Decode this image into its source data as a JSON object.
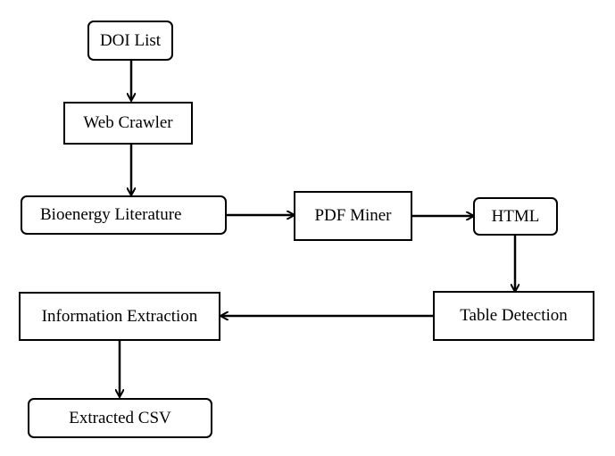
{
  "nodes": {
    "doi_list": "DOI List",
    "web_crawler": "Web Crawler",
    "bioenergy_literature": "Bioenergy Literature",
    "pdf_miner": "PDF Miner",
    "html": "HTML",
    "table_detection": "Table Detection",
    "information_extraction": "Information Extraction",
    "extracted_csv": "Extracted CSV"
  }
}
